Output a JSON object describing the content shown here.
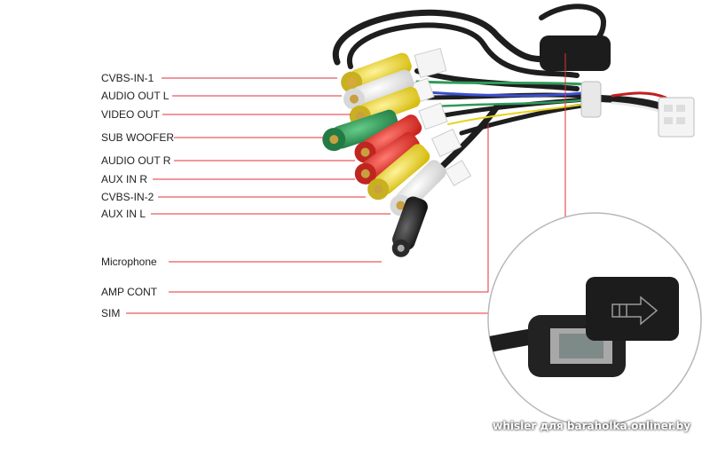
{
  "labels": {
    "cvbs_in_1": "CVBS-IN-1",
    "audio_out_l": "AUDIO OUT L",
    "video_out": "VIDEO OUT",
    "sub_woofer": "SUB WOOFER",
    "audio_out_r": "AUDIO OUT R",
    "aux_in_r": "AUX IN R",
    "cvbs_in_2": "CVBS-IN-2",
    "aux_in_l": "AUX IN L",
    "microphone": "Microphone",
    "amp_cont": "AMP CONT",
    "sim": "SIM"
  },
  "watermark": "whisler для baraholka.onliner.by",
  "colors": {
    "leader_line": "#e0303a",
    "cable": "#1e1e1e",
    "yellow": "#e8d21a",
    "white": "#f2f2f2",
    "red": "#e2332e",
    "green": "#2e9a5a",
    "gold": "#c8a040"
  }
}
